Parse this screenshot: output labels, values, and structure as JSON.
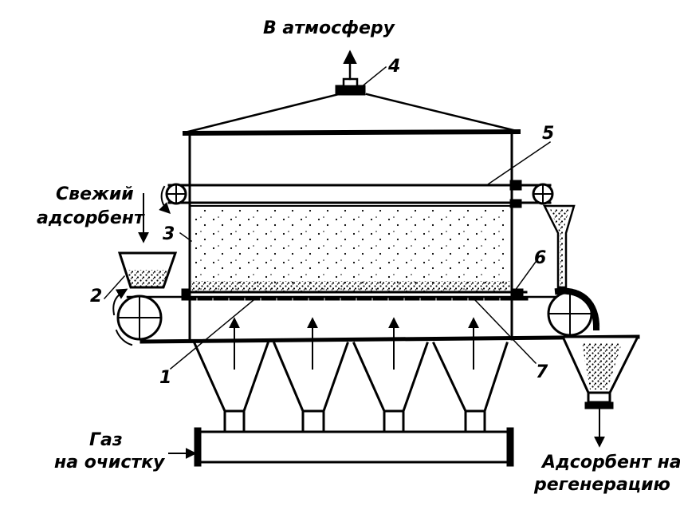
{
  "labels": {
    "atmosphere": "В атмосферу",
    "fresh_adsorbent_line1": "Свежий",
    "fresh_adsorbent_line2": "адсорбент",
    "gas_line1": "Газ",
    "gas_line2": "на очистку",
    "regen_line1": "Адсорбент на",
    "regen_line2": "регенерацию"
  },
  "numbers": {
    "n1": "1",
    "n2": "2",
    "n3": "3",
    "n4": "4",
    "n5": "5",
    "n6": "6",
    "n7": "7"
  },
  "colors": {
    "ink": "#000000",
    "paper": "#ffffff"
  }
}
